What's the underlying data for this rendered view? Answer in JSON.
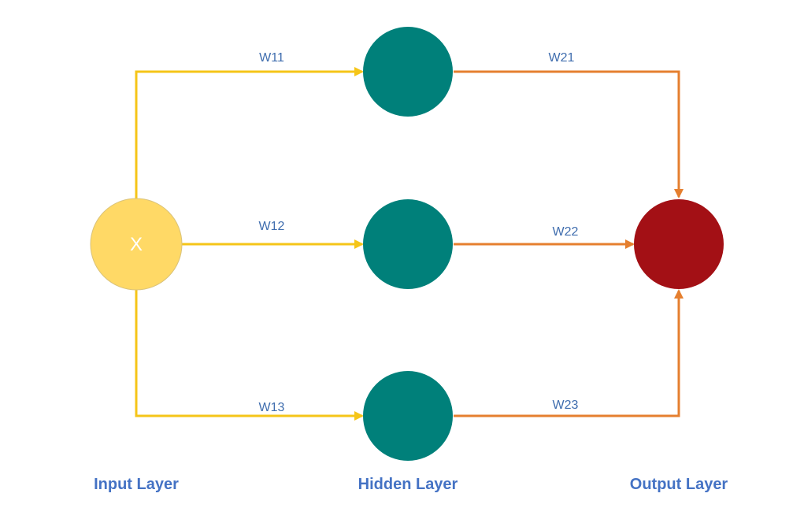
{
  "nodes": {
    "input": {
      "label": "X"
    },
    "hidden": [
      {
        "id": "h1",
        "label": ""
      },
      {
        "id": "h2",
        "label": ""
      },
      {
        "id": "h3",
        "label": ""
      }
    ],
    "output": {
      "label": ""
    }
  },
  "edges": [
    {
      "from": "input",
      "to": "h1",
      "label": "W11"
    },
    {
      "from": "input",
      "to": "h2",
      "label": "W12"
    },
    {
      "from": "input",
      "to": "h3",
      "label": "W13"
    },
    {
      "from": "h1",
      "to": "output",
      "label": "W21"
    },
    {
      "from": "h2",
      "to": "output",
      "label": "W22"
    },
    {
      "from": "h3",
      "to": "output",
      "label": "W23"
    }
  ],
  "layers": {
    "input": "Input Layer",
    "hidden": "Hidden Layer",
    "output": "Output Layer"
  },
  "colors": {
    "input_node": "#FFD966",
    "input_node_stroke": "#D9C27A",
    "hidden_node": "#00807A",
    "output_node": "#A31015",
    "input_edges": "#F5C518",
    "output_edges": "#E57F2F",
    "weight_text": "#3F6DAE",
    "layer_text": "#4472C4",
    "input_text": "#ffffff"
  }
}
